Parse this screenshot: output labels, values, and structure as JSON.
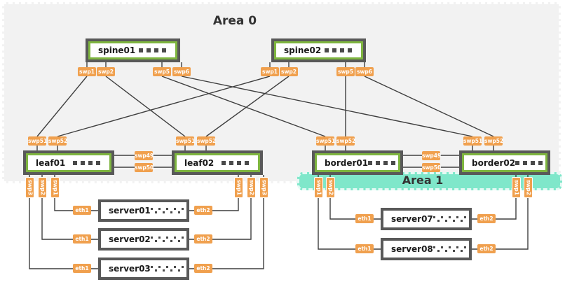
{
  "areas": {
    "area0": {
      "label": "Area 0"
    },
    "area1": {
      "label": "Area 1"
    }
  },
  "colors": {
    "port_label_orange": "#f0a04e",
    "device_frame_gray": "#595959",
    "device_accent_green": "#7eb53f",
    "area0_fill": "#f2f2f2",
    "area1_fill": "#7fe7ca",
    "link_line": "#3f3f3f"
  },
  "devices": {
    "spine01": {
      "label": "spine01",
      "ports": [
        "swp1",
        "swp2",
        "swp5",
        "swp6"
      ]
    },
    "spine02": {
      "label": "spine02",
      "ports": [
        "swp1",
        "swp2",
        "swp5",
        "swp6"
      ]
    },
    "leaf01": {
      "label": "leaf01",
      "uplinks": [
        "swp51",
        "swp52"
      ],
      "downlinks": [
        "swp3",
        "swp2",
        "swp1"
      ]
    },
    "leaf02": {
      "label": "leaf02",
      "uplinks": [
        "swp51",
        "swp52"
      ],
      "downlinks": [
        "swp1",
        "swp2",
        "swp3"
      ]
    },
    "border01": {
      "label": "border01",
      "uplinks": [
        "swp51",
        "swp52"
      ],
      "downlinks": [
        "swp1",
        "swp2"
      ]
    },
    "border02": {
      "label": "border02",
      "uplinks": [
        "swp51",
        "swp52"
      ],
      "downlinks": [
        "swp1",
        "swp2"
      ]
    }
  },
  "peer_links": {
    "leaf": {
      "top": "swp49",
      "bottom": "swp50"
    },
    "border": {
      "top": "swp49",
      "bottom": "swp50"
    }
  },
  "servers": {
    "server01": {
      "label": "server01",
      "nic_left": "eth1",
      "nic_right": "eth2"
    },
    "server02": {
      "label": "server02",
      "nic_left": "eth1",
      "nic_right": "eth2"
    },
    "server03": {
      "label": "server03",
      "nic_left": "eth1",
      "nic_right": "eth2"
    },
    "server07": {
      "label": "server07",
      "nic_left": "eth1",
      "nic_right": "eth2"
    },
    "server08": {
      "label": "server08",
      "nic_left": "eth1",
      "nic_right": "eth2"
    }
  }
}
